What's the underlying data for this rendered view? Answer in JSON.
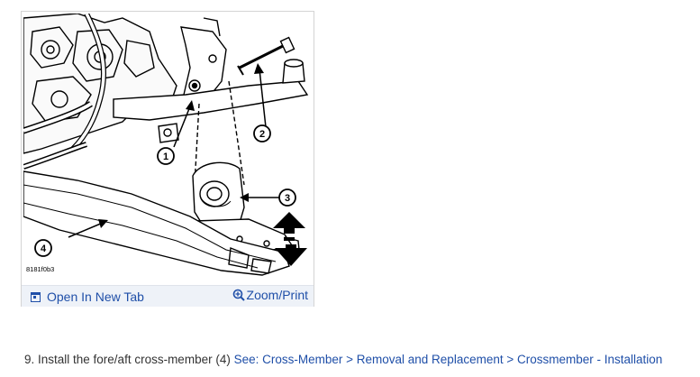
{
  "figure": {
    "code": "8181f0b3",
    "callouts": [
      "1",
      "2",
      "3",
      "4"
    ],
    "open_tab_label": "Open In New Tab",
    "zoom_label": "Zoom/Print"
  },
  "step": {
    "text": "9. Install the fore/aft cross-member (4) ",
    "link_text": "See: Cross-Member > Removal and Replacement > Crossmember - Installation"
  },
  "colors": {
    "link": "#1f4fa8",
    "toolbar_bg": "#eef2f8"
  }
}
